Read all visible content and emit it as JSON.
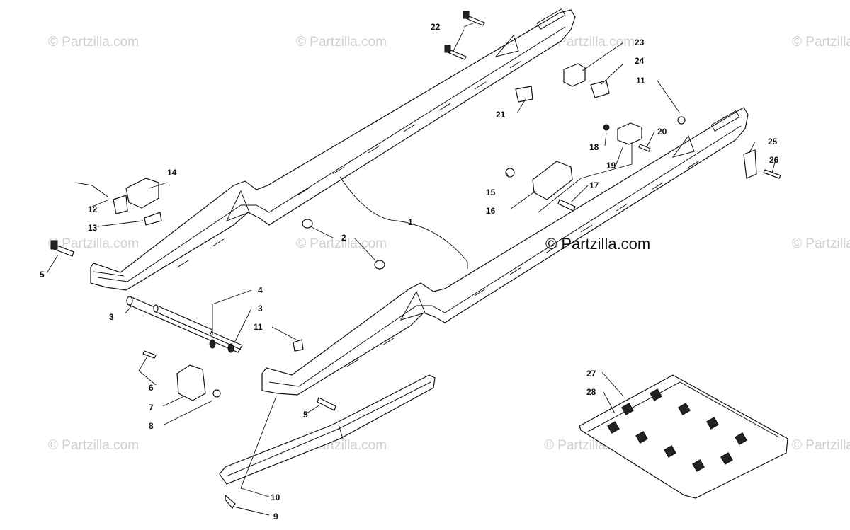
{
  "watermark": {
    "text": "© Partzilla.com",
    "center_text": "© Partzilla.com"
  },
  "callouts": [
    "1",
    "2",
    "3",
    "3",
    "4",
    "5",
    "5",
    "6",
    "7",
    "8",
    "9",
    "10",
    "11",
    "11",
    "12",
    "13",
    "14",
    "15",
    "16",
    "17",
    "18",
    "19",
    "20",
    "21",
    "22",
    "23",
    "24",
    "25",
    "26",
    "27",
    "28"
  ],
  "colors": {
    "line": "#111111",
    "watermark": "#cfcfcf",
    "background": "#ffffff"
  }
}
